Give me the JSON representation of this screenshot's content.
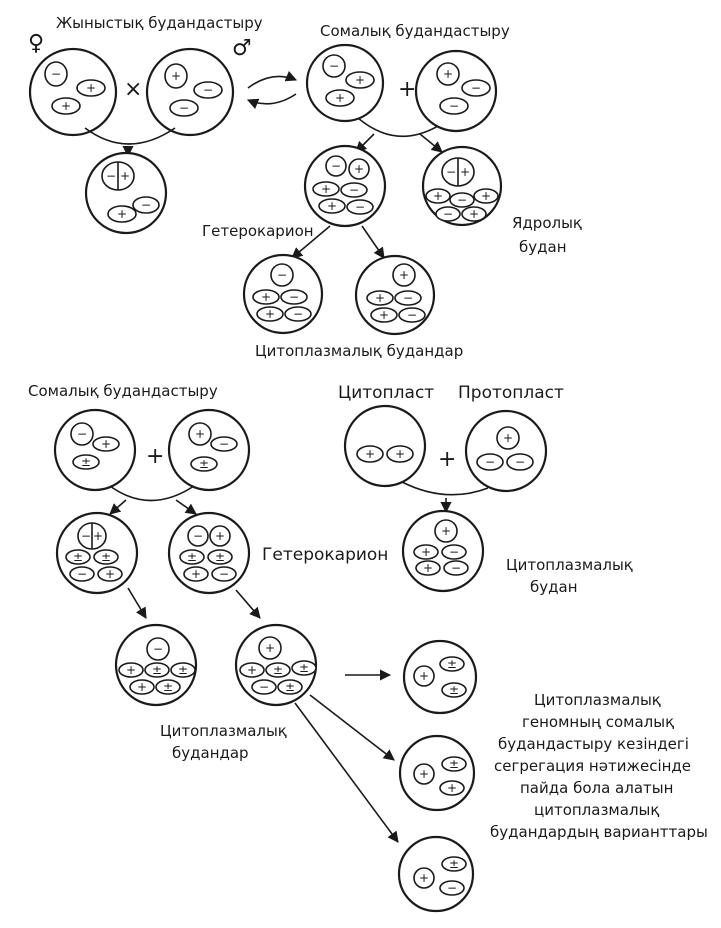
{
  "labels": {
    "sexual_hybridization": "Жыныстық будандастыру",
    "somatic_hybridization_top": "Сомалық будандастыру",
    "heterokaryon_top": "Гетерокарион",
    "nuclear_hybrid_line1": "Ядролық",
    "nuclear_hybrid_line2": "будан",
    "cytoplasmic_hybrids_top": "Цитоплазмалық будандар",
    "somatic_hybridization_bottom": "Сомалық будандастыру",
    "cytoplast": "Цитопласт",
    "protoplast": "Протопласт",
    "cytoplasmic_hybrid_line1": "Цитоплазмалық",
    "cytoplasmic_hybrid_line2": "будан",
    "heterokaryon_bottom": "Гетерокарион",
    "cytoplasmic_hybrids_bottom_line1": "Цитоплазмалық",
    "cytoplasmic_hybrids_bottom_line2": "будандар",
    "variants_line1": "Цитоплазмалық",
    "variants_line2": "геномның сомалық",
    "variants_line3": "будандастыру кезіндегі",
    "variants_line4": "сегрегация нәтижесінде",
    "variants_line5": "пайда бола алатын",
    "variants_line6": "цитоплазмалық",
    "variants_line7": "будандардың варианттары"
  },
  "symbols": {
    "female": "♀",
    "male": "♂",
    "cross": "×",
    "plus": "+",
    "minus": "−",
    "double": "±"
  },
  "icons": {
    "female": "female-symbol-icon",
    "male": "male-symbol-icon",
    "cross": "cross-icon",
    "plus": "plus-icon"
  },
  "colors": {
    "ink": "#1a1a1a",
    "paper": "#ffffff"
  }
}
